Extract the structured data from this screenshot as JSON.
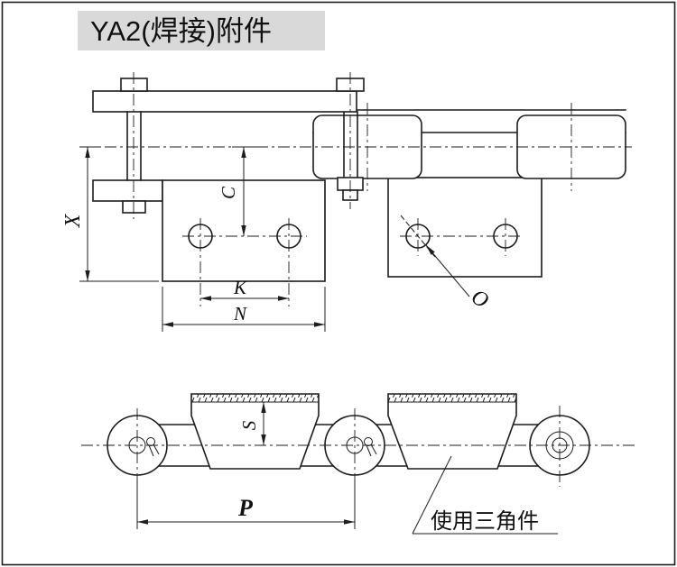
{
  "title": "YA2(焊接)附件",
  "colors": {
    "title_background": "#d9d9d9",
    "line": "#1c1c1c",
    "background": "#ffffff"
  },
  "upper_view": {
    "dimension_labels": {
      "x": "X",
      "c": "C",
      "k": "K",
      "n": "N",
      "o": "O"
    }
  },
  "lower_view": {
    "dimension_labels": {
      "s": "S",
      "p": "P"
    },
    "callout": "使用三角件"
  }
}
